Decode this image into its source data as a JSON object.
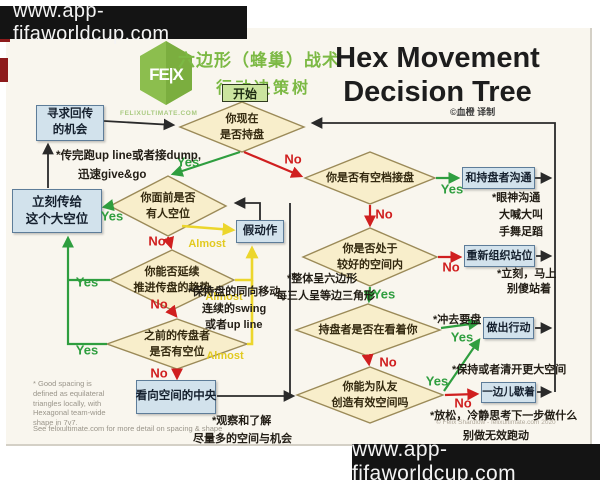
{
  "watermarks": {
    "top": "www.app-fifaworldcup.com",
    "bottom": "www.app-fifaworldcup.com"
  },
  "header": {
    "logo_text": "FELIX",
    "logo_site": "FELIXULTIMATE.COM",
    "title_zh1": "六边形（蜂巢）战术",
    "title_zh2": "行动决策树",
    "title_en1": "Hex Movement",
    "title_en2": "Decision Tree",
    "credit": "©血橙 译制"
  },
  "labels": {
    "yes": "Yes",
    "no": "No",
    "almost": "Almost"
  },
  "nodes": {
    "start": "开始",
    "hold_l1": "你现在",
    "hold_l2": "是否持盘",
    "seek_l1": "寻求回传",
    "seek_l2": "的机会",
    "pass_l1": "立刻传给",
    "pass_l2": "这个大空位",
    "front_l1": "你面前是否",
    "front_l2": "有人空位",
    "fake": "假动作",
    "continue_l1": "你能否延续",
    "continue_l2": "推进传盘的趋势",
    "prev_l1": "之前的传盘者",
    "prev_l2": "是否有空位",
    "center": "看向空间的中央",
    "gap": "你是否有空档接盘",
    "comm": "和持盘者沟通",
    "space_l1": "你是否处于",
    "space_l2": "较好的空间内",
    "reorg": "重新组织站位",
    "look": "持盘者是否在看着你",
    "act": "做出行动",
    "create_l1": "你能为队友",
    "create_l2": "创造有效空间吗",
    "rest": "一边儿歇着"
  },
  "notes": {
    "give_go_l1": "*传完跑up line或者接dump,",
    "give_go_l2": "迅速give&go",
    "keep_l1": "*保持盘的同向移动",
    "keep_l2": "连续的swing",
    "keep_l3": "或者up line",
    "hex_l1": "*整体呈六边形",
    "hex_l2": "每三人呈等边三角形",
    "comm_l1": "*眼神沟通",
    "comm_l2": "大喊大叫",
    "comm_l3": "手舞足蹈",
    "reorg_l1": "*立刻，马上",
    "reorg_l2": "别傻站着",
    "rush": "*冲去要盘",
    "clear": "*保持或者清开更大空间",
    "relax_l1": "*放松，冷静思考下一步做什么",
    "relax_l2": "别做无效跑动",
    "observe_l1": "*观察和了解",
    "observe_l2": "尽量多的空间与机会"
  },
  "footnotes": {
    "spacing": "* Good spacing is defined as equilateral triangles locally, with Hexagonal team-wide shape in 7v7.",
    "see": "See felixultimate.com for more detail on spacing & shape",
    "copyright": "© Felix Shardlow - felixultimate.com 2020"
  },
  "colors": {
    "yes_green": "#2f9e3f",
    "no_red": "#d01f1f",
    "almost_yellow": "#e2ca20",
    "title_green": "#7cb944",
    "diamond_fill": "#f8eecb",
    "diamond_border": "#9b8a58",
    "box_blue": "#d2e2ec",
    "start_green": "#cbe49f",
    "banner_black": "#141414"
  }
}
